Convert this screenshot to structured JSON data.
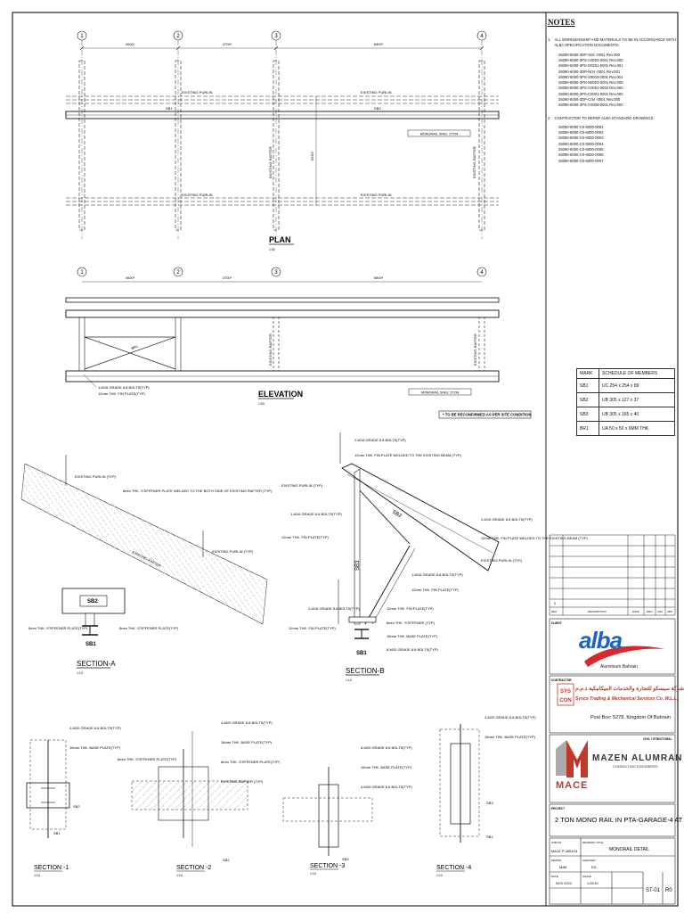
{
  "views": {
    "plan": {
      "title": "PLAN",
      "scale": "1:50"
    },
    "elevation": {
      "title": "ELEVATION",
      "scale": "1:50"
    },
    "section_a": {
      "title": "SECTION-A",
      "scale": "1:10"
    },
    "section_b": {
      "title": "SECTION-B",
      "scale": "1:10"
    },
    "section_1": {
      "title": "SECTION -1",
      "scale": "1:10"
    },
    "section_2": {
      "title": "SECTION -2",
      "scale": "1:10"
    },
    "section_3": {
      "title": "SECTION -3",
      "scale": "1:10"
    },
    "section_4": {
      "title": "SECTION -4",
      "scale": "1:10"
    }
  },
  "grid_lines": [
    "1",
    "2",
    "3",
    "4"
  ],
  "dimensions": {
    "span_1_2": "4000*",
    "span_2_3": "4700*",
    "span_3_4": "6900*",
    "plan_width": "5230*"
  },
  "plan_labels": {
    "existing_purlin": "EXISTING PURLIN",
    "monorail": "MONORAIL SING: 2TON",
    "existing_rafter": "EXISTING RAFTER",
    "sb1": "SB1",
    "sb2": "SB2"
  },
  "elevation_labels": {
    "bolts": "1-M16 GRADE 8.8 BOLTS(TYP)",
    "fin_plate": "12mm THK. FIN PLATE(TYP)",
    "monorail": "MONORAIL SING: 2TON",
    "br1": "BR1",
    "existing_rafter": "EXISTING RAFTER"
  },
  "reconfirm_note": "* TO BE RECONFIRMED AS PER SITE CONDITION",
  "section_a_labels": {
    "existing_purlin": "EXISTING PURLIN (TYP)",
    "stiffener_welded": "8mm THK. STIFFENER PLATE WELDED TO THE BOTH SIDE OF EXISTING RAFTER (TYP)",
    "existing_rafter": "EXISTING RAFTER",
    "existing_purlin_2": "EXISTING PURLIN (TYP)",
    "stiffener_l": "8mm THK. STIFFENER PLATE(TYP)",
    "stiffener_r": "8mm THK. STIFFENER PLATE(TYP)",
    "sb2": "SB2",
    "sb1": "SB1"
  },
  "section_b_labels": {
    "bolts_top": "2-M16 GRADE 8.8 BOLTS(TYP)",
    "fin_top": "12mm THK. FIN PLATE WELDED TO THE EXISTING BEAM (TYP)",
    "existing_purlin": "EXISTING PURLIN (TYP)",
    "bolts_mid": "1-M16 GRADE 8.8 BOLTS(TYP)",
    "fin_mid": "12mm THK. FIN PLATE(TYP)",
    "sb2": "SB2",
    "sb3": "SB3",
    "sb1": "SB1",
    "bolts_r": "2-M16 GRADE 8.8 BOLTS(TYP)",
    "fin_r": "12mm THK. FIN PLATE WELDED TO THE EXISTING BEAM (TYP)",
    "existing_purlin_r": "EXISTING PURLIN (TYP)",
    "bolts_r2": "1-M16 GRADE 8.8 BOLTS(TYP)",
    "fin_r2": "12mm THK. FIN PLATE(TYP)",
    "bolts_low": "1-M16 GRADE 8.8 BOLTS(TYP)",
    "fin_low": "12mm THK. FIN PLATE(TYP)",
    "fin_low2": "12mm THK. FIN PLATE(TYP)",
    "base_plate": "16mm THK. BASE PLATE(TYP)",
    "bolts_base": "6-M20 GRADE 8.8 BOLTS(TYP)",
    "stiff_base": "8mm THK. STIFFENER (TYP)"
  },
  "section_1_labels": {
    "bolts": "4-M20 GRADE 8.8 BOLTS(TYP)",
    "base": "16mm THK. BASE PLATE(TYP)",
    "sb2": "SB2",
    "sb1": "SB1"
  },
  "section_2_labels": {
    "bolts": "4-M20 GRADE 8.8 BOLTS(TYP)",
    "base": "16mm THK. BASE PLATE(TYP)",
    "stiffener": "8mm THK. STIFFENER PLATE(TYP)",
    "stiffener2": "8mm THK. STIFFENER PLATE(TYP)",
    "existing_rafter": "EXISTING RAFTER (TYP)",
    "sb2": "SB2"
  },
  "section_3_labels": {
    "bolts": "6-M20 GRADE 8.8 BOLTS(TYP)",
    "base": "16mm THK. BASE PLATE(TYP)",
    "bolts2": "4-M20 GRADE 8.8 BOLTS(TYP)",
    "sb3": "SB3"
  },
  "section_4_labels": {
    "bolts": "4-M20 GRADE 8.8 BOLTS(TYP)",
    "base": "16mm THK. BASE PLATE(TYP)",
    "sb3": "SB3",
    "sb1": "SB1"
  },
  "notes": {
    "title": "NOTES",
    "items": [
      {
        "num": "1.",
        "text": "ALL WORKMANSHIP AND MATERIALS TO BE IN ACCORDANCE WITH ALBA SPECIFICATION DOCUMENTS:"
      },
      {
        "num": "2.",
        "text": "CONTRACTOR TO REFER ALBA STANDARD DRAWINGS:"
      }
    ],
    "spec_docs": [
      "26090-6000-3DP-S04 -0001 Rev.000",
      "26090-6000-3PS-C0003-0001 Rev.000",
      "26090-6000-3PS-D0201-0001 Rev.001",
      "26090-6000-3DP-N04 -0001 Rev.001",
      "26090-6000-3PS-S0003-0001 Rev.001",
      "26090-6000-3PS-N0003-0001 Rev.005",
      "26090-6000-3PS-C0001-0002 Rev.000",
      "26090-6000-3PS-C0001-0001 Rev.000",
      "26090-6000-3DP-C04 -0001 Rev.000",
      "26090-6000-3PS-C0005-0001 Rev.000"
    ],
    "std_drawings": [
      "26090-6000-C0-6000-0001",
      "26090-6000-C0-6000-0002",
      "26090-6000-C0-6000-0003",
      "26090-6000-C0-6000-0004",
      "26090-6000-C0-6000-0005",
      "26090-6000-C0-6000-0006",
      "26090-6000-C0-6000-0007"
    ]
  },
  "schedule": {
    "headers": [
      "MARK",
      "SCHEDULE OF MEMBERS"
    ],
    "rows": [
      {
        "mark": "SB1",
        "member": "UC 254 x 254 x 89"
      },
      {
        "mark": "SB2",
        "member": "UB 305 x 127 x 37"
      },
      {
        "mark": "SB3",
        "member": "UB 305 x 165 x 40"
      },
      {
        "mark": "BR1",
        "member": "UA 50 x 50 x 6MM THK."
      }
    ]
  },
  "revisions": {
    "row0": "0",
    "rev_label": "REV.",
    "description": "DESCRIPTION",
    "date": "DATE",
    "drn": "DRN",
    "chk": "CHK",
    "app": "APP"
  },
  "titleblock": {
    "client_label": "CLIENT",
    "client_name": "alba",
    "client_sub": "Aluminium Bahrain",
    "contractor_label": "CONTRACTOR",
    "contractor_arabic": "شركة سيسكو للتجارة والخدمات الميكانيكية ذ.م.م",
    "contractor_en": "Sysco Trading & Mechanical Services Co. W.L.L.",
    "contractor_post": "Post Box: 5278, Kingdom Of Bahrain",
    "consultant_label": "CIVIL / STRUCTURAL",
    "consultant_name": "MAZEN ALUMRAN",
    "consultant_sub": "CONSULTING ENGINEERS",
    "mace": "MACE",
    "project_label": "PROJECT",
    "project_title": "2 TON MONO RAIL IN PTA-GARAGE-4 AT ALBA",
    "job_label": "JOB NO.",
    "job_no": "MACE P-4551/24",
    "drawing_title_label": "DRAWING TITLE",
    "drawing_title": "MONORAIL DETAIL",
    "drawn_label": "DRAWN",
    "drawn": "MAE",
    "checked_label": "CHECKED",
    "checked": "ED",
    "date_label": "DATE",
    "date": "NOV 2024",
    "scale_label": "SCALE",
    "scale": "1:20/10",
    "sheet": "ST-01",
    "rev": "R0"
  }
}
